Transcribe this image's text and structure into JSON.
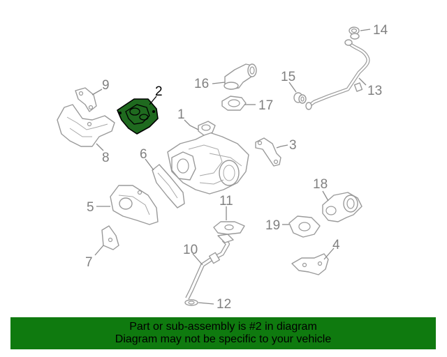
{
  "diagram": {
    "highlight_color": "#1f6a1f",
    "callouts": [
      {
        "id": "c2",
        "label": "2",
        "highlighted": true
      },
      {
        "id": "c1",
        "label": "1"
      },
      {
        "id": "c3",
        "label": "3"
      },
      {
        "id": "c4",
        "label": "4"
      },
      {
        "id": "c5",
        "label": "5"
      },
      {
        "id": "c6",
        "label": "6"
      },
      {
        "id": "c7",
        "label": "7"
      },
      {
        "id": "c8",
        "label": "8"
      },
      {
        "id": "c9",
        "label": "9"
      },
      {
        "id": "c10",
        "label": "10"
      },
      {
        "id": "c11",
        "label": "11"
      },
      {
        "id": "c12",
        "label": "12"
      },
      {
        "id": "c13",
        "label": "13"
      },
      {
        "id": "c14",
        "label": "14"
      },
      {
        "id": "c15",
        "label": "15"
      },
      {
        "id": "c16",
        "label": "16"
      },
      {
        "id": "c17",
        "label": "17"
      },
      {
        "id": "c18",
        "label": "18"
      },
      {
        "id": "c19",
        "label": "19"
      }
    ]
  },
  "banner": {
    "color": "#0f7a0f",
    "line1": "Part or sub-assembly is #2 in diagram",
    "line2": "Diagram may not be specific to your vehicle"
  }
}
